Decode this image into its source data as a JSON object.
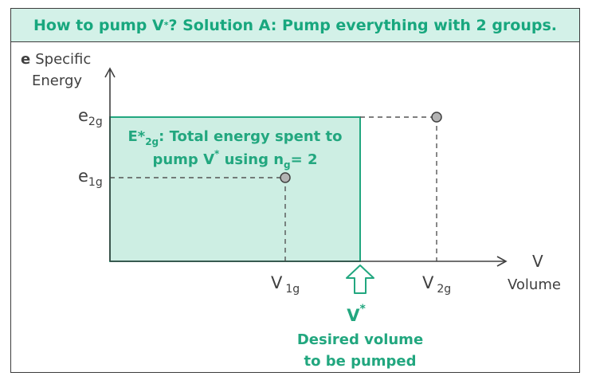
{
  "title": {
    "part1": "How to pump V",
    "sup": "*",
    "part2": "? Solution A: Pump everything with 2 groups."
  },
  "axes": {
    "y_letter": "e",
    "y_label_line1": "Specific",
    "y_label_line2": "Energy",
    "x_letter": "V",
    "x_label": "Volume"
  },
  "ticks": {
    "e2g_base": "e",
    "e2g_sub": "2g",
    "e1g_base": "e",
    "e1g_sub": "1g",
    "v1g_base": "V",
    "v1g_sub": "1g",
    "v2g_base": "V",
    "v2g_sub": "2g"
  },
  "area_label": {
    "line1_part1": "E*",
    "line1_sub": "2g",
    "line1_part2": ": Total energy spent to",
    "line2_part1": "pump V",
    "line2_sup": "*",
    "line2_part2": " using n",
    "line2_sub": "g",
    "line2_part3": "= 2"
  },
  "desired": {
    "symbol": "V",
    "sup": "*",
    "line1": "Desired volume",
    "line2": "to be pumped"
  },
  "colors": {
    "accent": "#22a77f",
    "fill": "#cdeee3",
    "banner": "#d3f1e8",
    "axis": "#404040",
    "marker": "#b3b3b3"
  }
}
